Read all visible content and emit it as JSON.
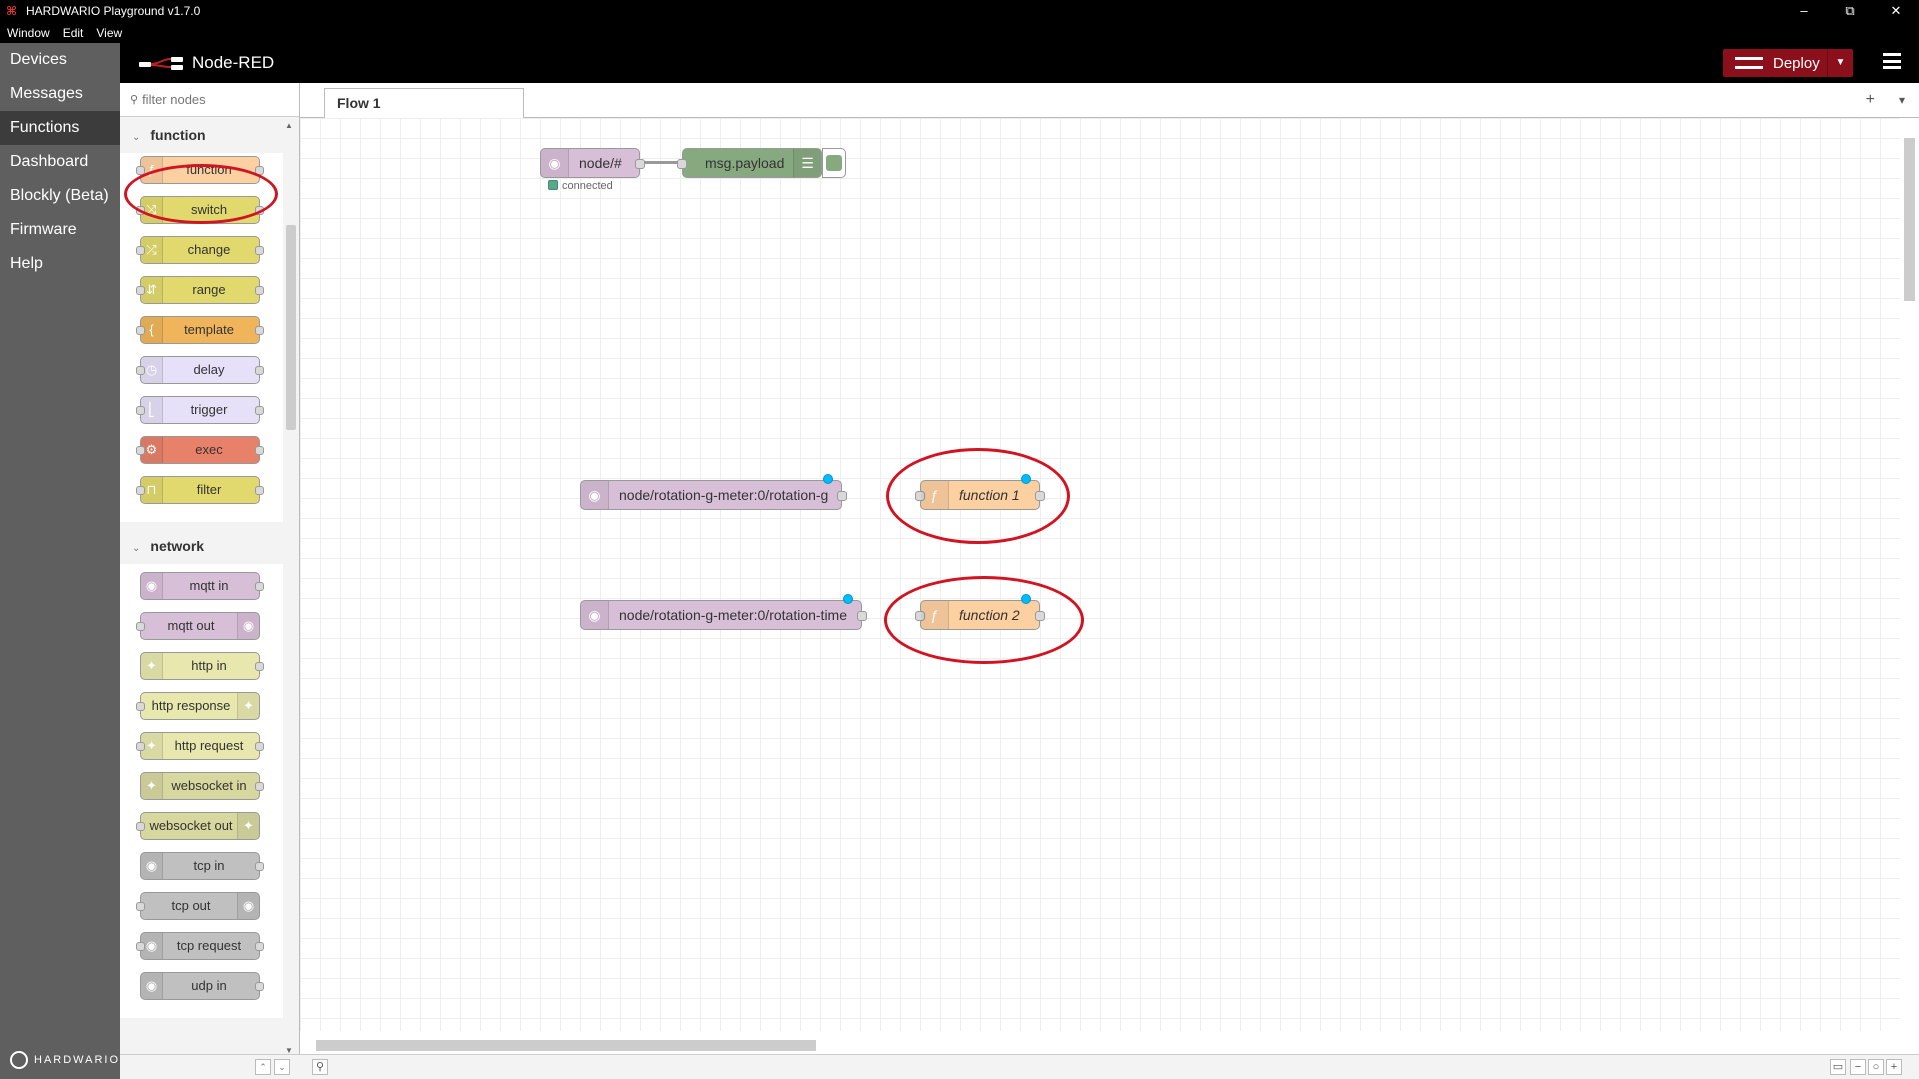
{
  "window": {
    "title": "HARDWARIO Playground v1.7.0",
    "minimize": "–",
    "maximize": "⧉",
    "close": "✕",
    "menu": [
      "Window",
      "Edit",
      "View"
    ]
  },
  "nav": {
    "items": [
      "Devices",
      "Messages",
      "Functions",
      "Dashboard",
      "Blockly (Beta)",
      "Firmware",
      "Help"
    ],
    "active": "Functions",
    "brand": "HARDWARIO"
  },
  "header": {
    "title": "Node-RED",
    "deploy_label": "Deploy"
  },
  "palette": {
    "filter_placeholder": "filter nodes",
    "categories": [
      {
        "name": "function",
        "nodes": [
          {
            "label": "function",
            "color": "#fdd0a2",
            "icon": "ƒ"
          },
          {
            "label": "switch",
            "color": "#e2d96e",
            "icon": "⤨"
          },
          {
            "label": "change",
            "color": "#e2d96e",
            "icon": "⤮"
          },
          {
            "label": "range",
            "color": "#e2d96e",
            "icon": "⇵"
          },
          {
            "label": "template",
            "color": "#f0b55a",
            "icon": "{"
          },
          {
            "label": "delay",
            "color": "#e6e0f8",
            "icon": "◷"
          },
          {
            "label": "trigger",
            "color": "#e6e0f8",
            "icon": "⎣"
          },
          {
            "label": "exec",
            "color": "#e8816a",
            "icon": "⚙"
          },
          {
            "label": "filter",
            "color": "#e2d96e",
            "icon": "⊓"
          }
        ]
      },
      {
        "name": "network",
        "nodes": [
          {
            "label": "mqtt in",
            "color": "#d8bfd8",
            "icon": "◉",
            "side": "left"
          },
          {
            "label": "mqtt out",
            "color": "#d8bfd8",
            "icon": "◉",
            "side": "right"
          },
          {
            "label": "http in",
            "color": "#e7e7ae",
            "icon": "✦",
            "side": "left"
          },
          {
            "label": "http response",
            "color": "#e7e7ae",
            "icon": "✦",
            "side": "right"
          },
          {
            "label": "http request",
            "color": "#e7e7ae",
            "icon": "✦",
            "side": "left"
          },
          {
            "label": "websocket in",
            "color": "#d7d7a0",
            "icon": "✦",
            "side": "left"
          },
          {
            "label": "websocket out",
            "color": "#d7d7a0",
            "icon": "✦",
            "side": "right"
          },
          {
            "label": "tcp in",
            "color": "#c0c0c0",
            "icon": "◉",
            "side": "left"
          },
          {
            "label": "tcp out",
            "color": "#c0c0c0",
            "icon": "◉",
            "side": "right"
          },
          {
            "label": "tcp request",
            "color": "#c0c0c0",
            "icon": "◉",
            "side": "left"
          },
          {
            "label": "udp in",
            "color": "#c0c0c0",
            "icon": "◉",
            "side": "left"
          }
        ]
      }
    ]
  },
  "workspace": {
    "tab_label": "Flow 1",
    "add_tab": "+",
    "tab_menu": "▾",
    "nodes": {
      "mqtt_node": {
        "label": "node/#",
        "status": "connected",
        "color": "#d8bfd8"
      },
      "debug_node": {
        "label": "msg.payload",
        "color": "#87a980"
      },
      "rot_g": {
        "label": "node/rotation-g-meter:0/rotation-g",
        "color": "#d8bfd8"
      },
      "rot_time": {
        "label": "node/rotation-g-meter:0/rotation-time",
        "color": "#d8bfd8"
      },
      "function1": {
        "label": "function 1",
        "color": "#fdd0a2"
      },
      "function2": {
        "label": "function 2",
        "color": "#fdd0a2"
      }
    },
    "highlight_color": "#d01421",
    "changed_color": "#00bcff"
  }
}
